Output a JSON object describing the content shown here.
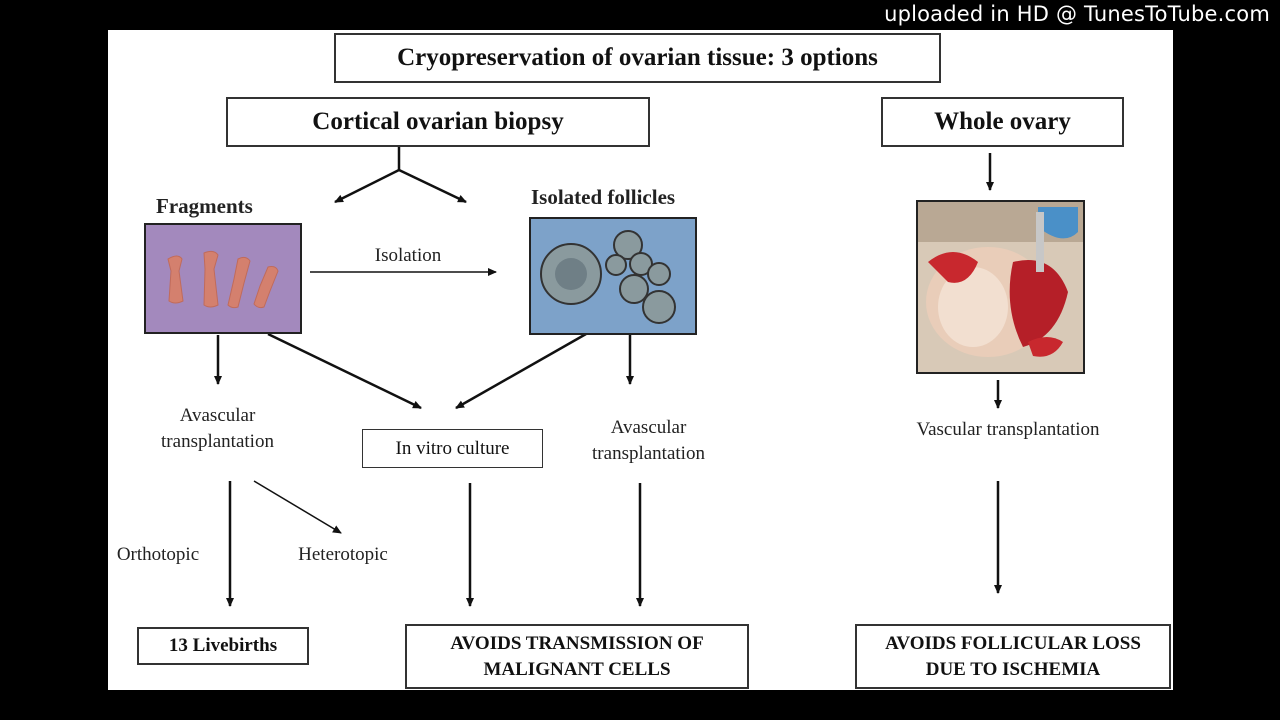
{
  "watermark": "uploaded in HD @ TunesToTube.com",
  "diagram": {
    "title": "Cryopreservation of ovarian tissue: 3 options",
    "cortical": "Cortical ovarian biopsy",
    "whole": "Whole ovary",
    "fragments": "Fragments",
    "isolated": "Isolated follicles",
    "isolation": "Isolation",
    "avascular_left": "Avascular transplantation",
    "in_vitro": "In vitro culture",
    "avascular_right": "Avascular transplantation",
    "vascular": "Vascular transplantation",
    "orthotopic": "Orthotopic",
    "heterotopic": "Heterotopic",
    "livebirths": "13 Livebirths",
    "avoids_transmission": "AVOIDS TRANSMISSION OF MALIGNANT CELLS",
    "avoids_loss": "AVOIDS FOLLICULAR LOSS DUE TO ISCHEMIA"
  }
}
